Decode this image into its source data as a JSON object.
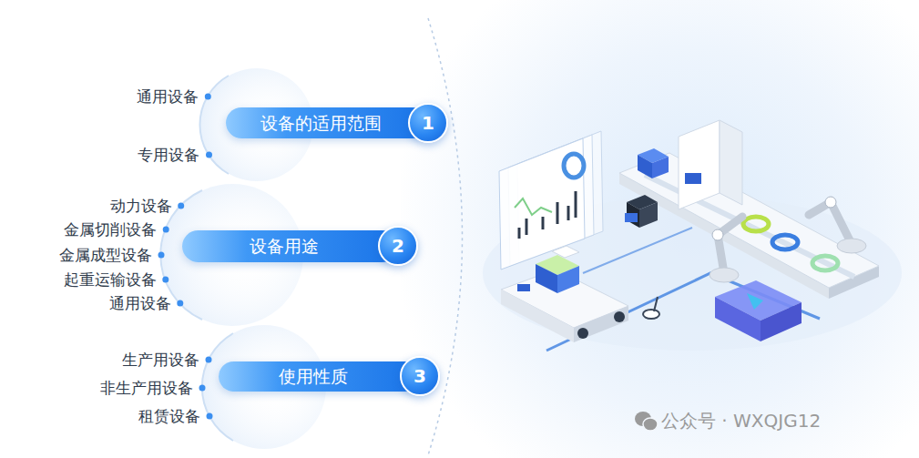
{
  "diagram": {
    "nodes": [
      {
        "text": [
          "设备的适用范围"
        ]
      },
      {
        "text": [
          "1"
        ]
      },
      {
        "text": [
          "设备用途"
        ]
      },
      {
        "text": [
          "2"
        ]
      },
      {
        "text": [
          "使用性质"
        ]
      },
      {
        "text": [
          "3"
        ]
      }
    ],
    "labels": [
      "通用设备",
      "专用设备",
      "动力设备",
      "金属切削设备",
      "金属成型设备",
      "起重运输设备",
      "通用设备",
      "生产用设备",
      "非生产用设备",
      "租赁设备",
      "公众号 · WXQJG12"
    ]
  }
}
